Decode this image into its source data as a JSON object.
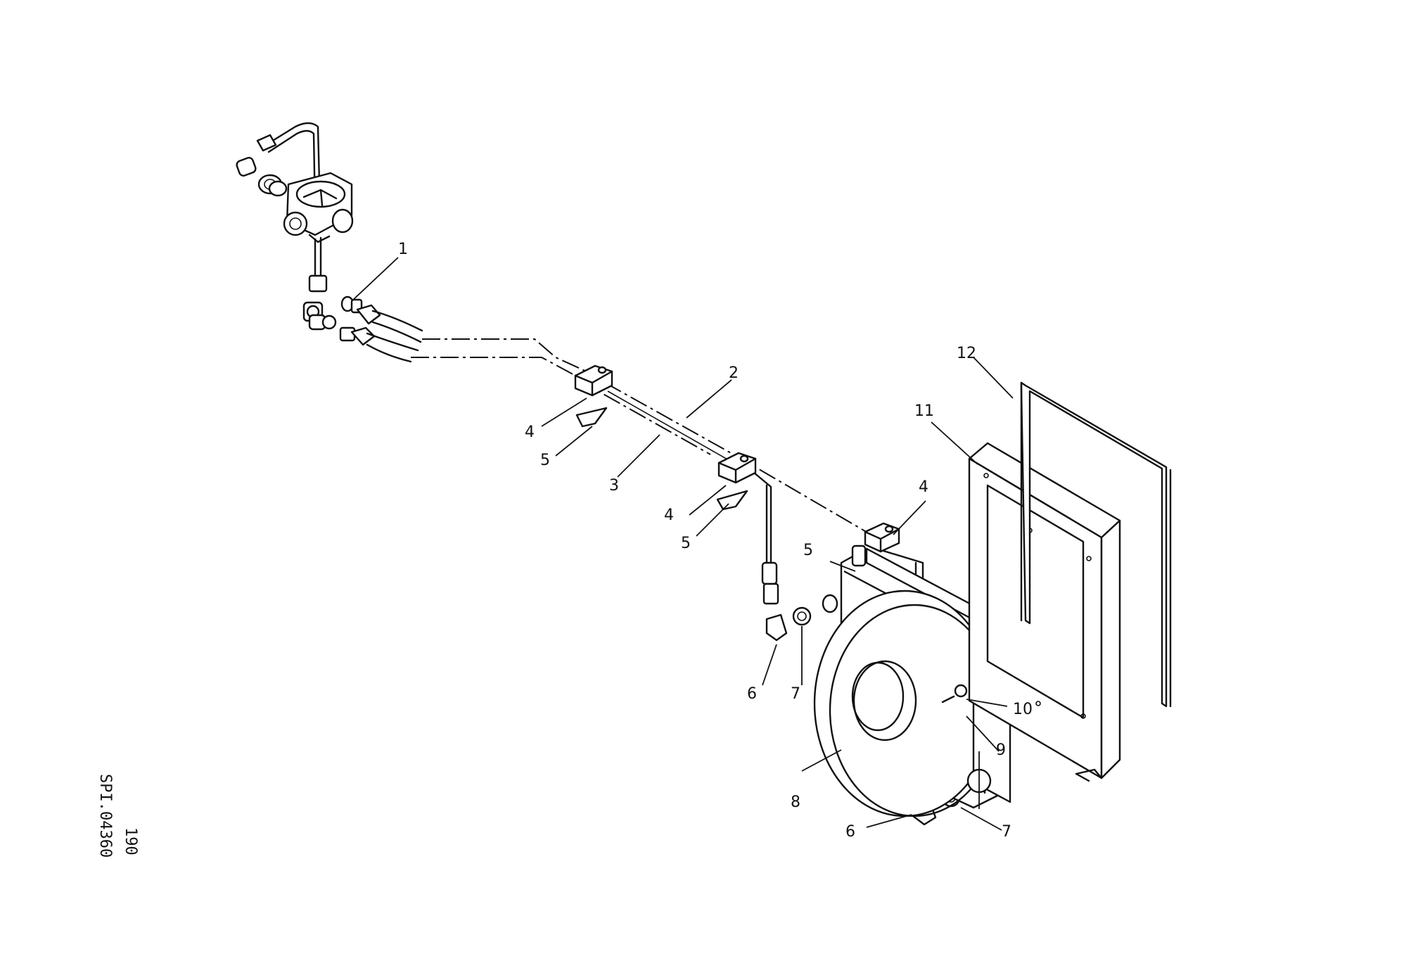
{
  "callouts": [
    "1",
    "2",
    "3",
    "4",
    "5",
    "6",
    "7",
    "8",
    "9",
    "10",
    "11",
    "12"
  ],
  "drawing_ref": {
    "sheet": "190",
    "code": "SPI.04360"
  }
}
